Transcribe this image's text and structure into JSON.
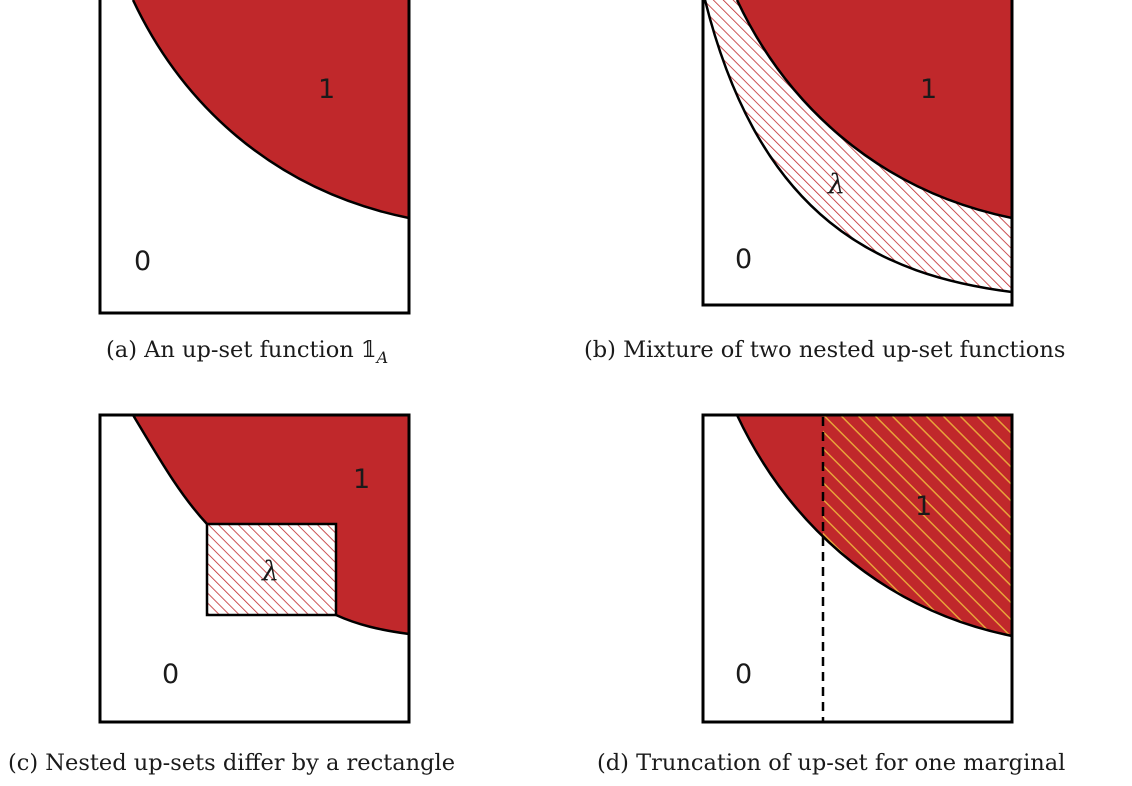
{
  "colors": {
    "up_set_fill": "#c0282b",
    "mixture_hatch": "#c0282b",
    "truncation_hatch": "#e8a33a",
    "background": "#ffffff",
    "outline": "#000000"
  },
  "panels": [
    {
      "caption_main": "(a) An up-set function ",
      "caption_symbol": "𝟙",
      "caption_subscript": "A",
      "label_one": "1",
      "label_zero": "0"
    },
    {
      "caption": "(b) Mixture of two nested up-set functions",
      "label_one": "1",
      "label_lambda": "λ",
      "label_zero": "0"
    },
    {
      "caption": "(c) Nested up-sets differ by a rectangle",
      "label_one": "1",
      "label_lambda": "λ",
      "label_zero": "0"
    },
    {
      "caption": "(d) Truncation of up-set for one marginal",
      "label_one": "1",
      "label_zero": "0"
    }
  ]
}
